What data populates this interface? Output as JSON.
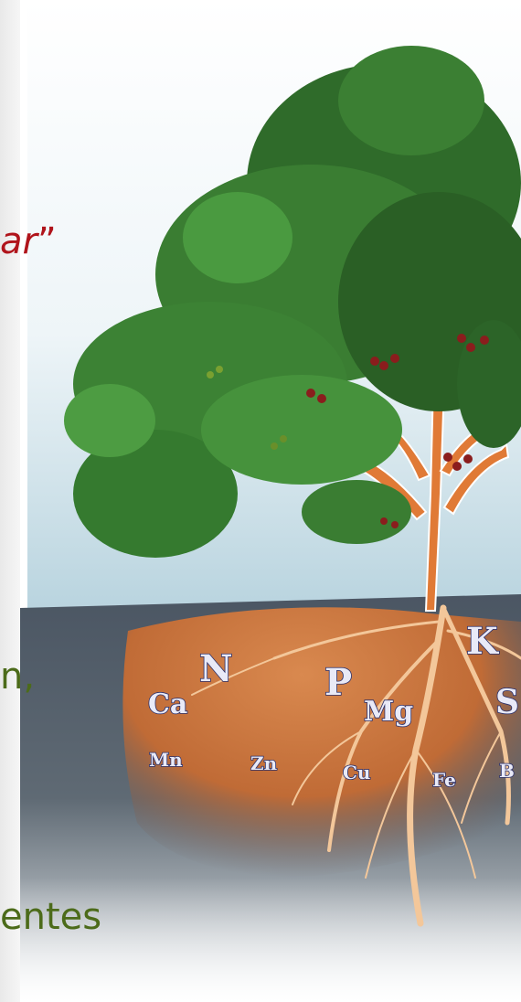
{
  "slide": {
    "quote_fragment": "ar",
    "quote_mark": "”",
    "line_2": "n,",
    "line_3": "entes"
  },
  "illustration": {
    "nutrients": {
      "N": "N",
      "P": "P",
      "K": "K",
      "Ca": "Ca",
      "Mg": "Mg",
      "S": "S",
      "Mn": "Mn",
      "Zn": "Zn",
      "Cu": "Cu",
      "Fe": "Fe",
      "B": "B"
    }
  },
  "colors": {
    "quote_red": "#b0141b",
    "text_green": "#4c6b1a",
    "soil_orange": "#c9763f",
    "arrow_orange": "#e07a36",
    "foliage_green": "#2f6b2a",
    "sky_blue": "#bfd8e3"
  }
}
